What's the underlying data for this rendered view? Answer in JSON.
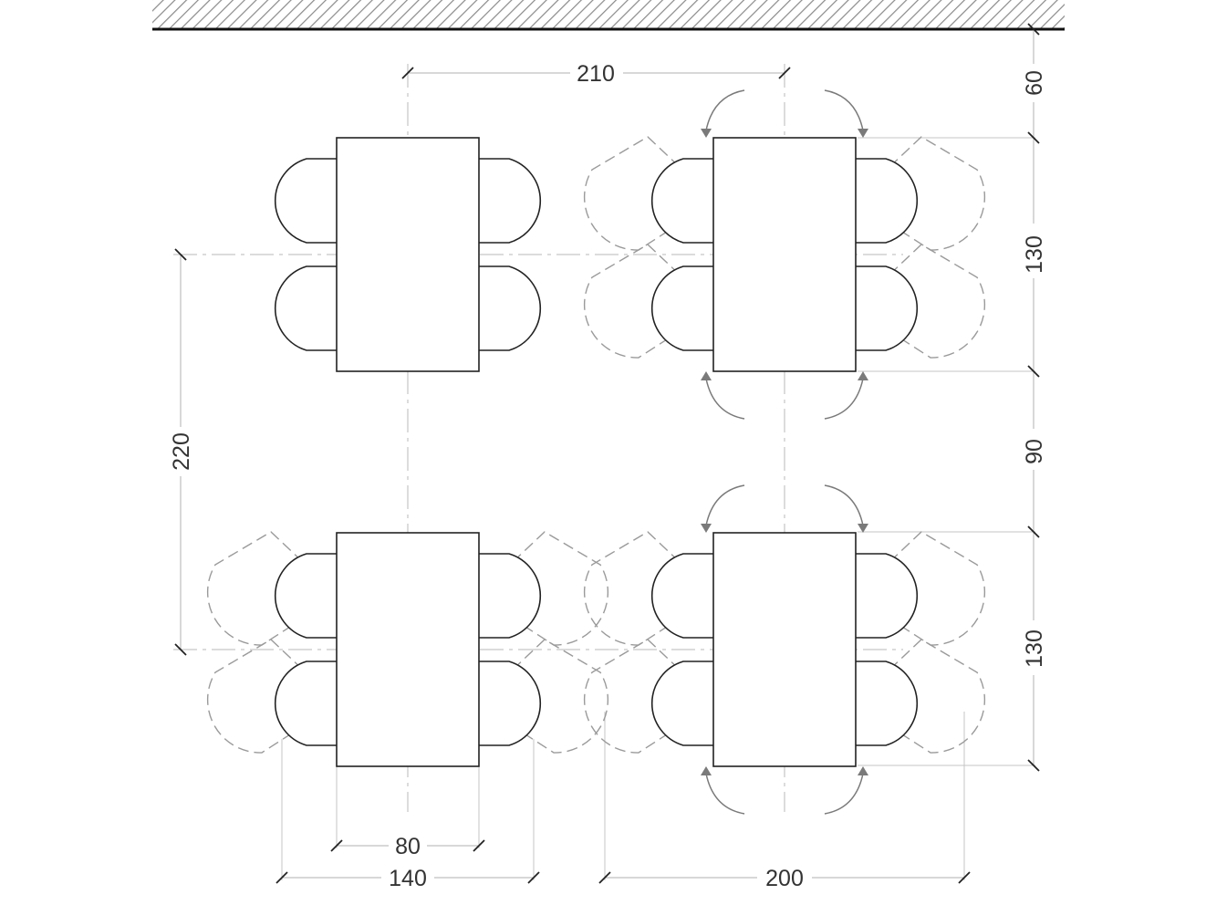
{
  "drawing": {
    "wall": "hatched-wall",
    "dimensions": {
      "top_spacing": "210",
      "wall_clearance": "60",
      "table_length_upper": "130",
      "aisle_gap": "90",
      "table_length_lower": "130",
      "row_spacing": "220",
      "table_width": "80",
      "seated_width": "140",
      "chair_clearance_width": "200"
    },
    "tables": [
      {
        "id": "top-left",
        "chair_swing": false,
        "access_arrows": false
      },
      {
        "id": "top-right",
        "chair_swing": true,
        "access_arrows": true
      },
      {
        "id": "bottom-left",
        "chair_swing": true,
        "access_arrows": false
      },
      {
        "id": "bottom-right",
        "chair_swing": true,
        "access_arrows": true
      }
    ],
    "colors": {
      "outline": "#222222",
      "dimension": "#b0b0b0",
      "ghost": "#9a9a9a",
      "arrow": "#7a7a7a"
    }
  }
}
